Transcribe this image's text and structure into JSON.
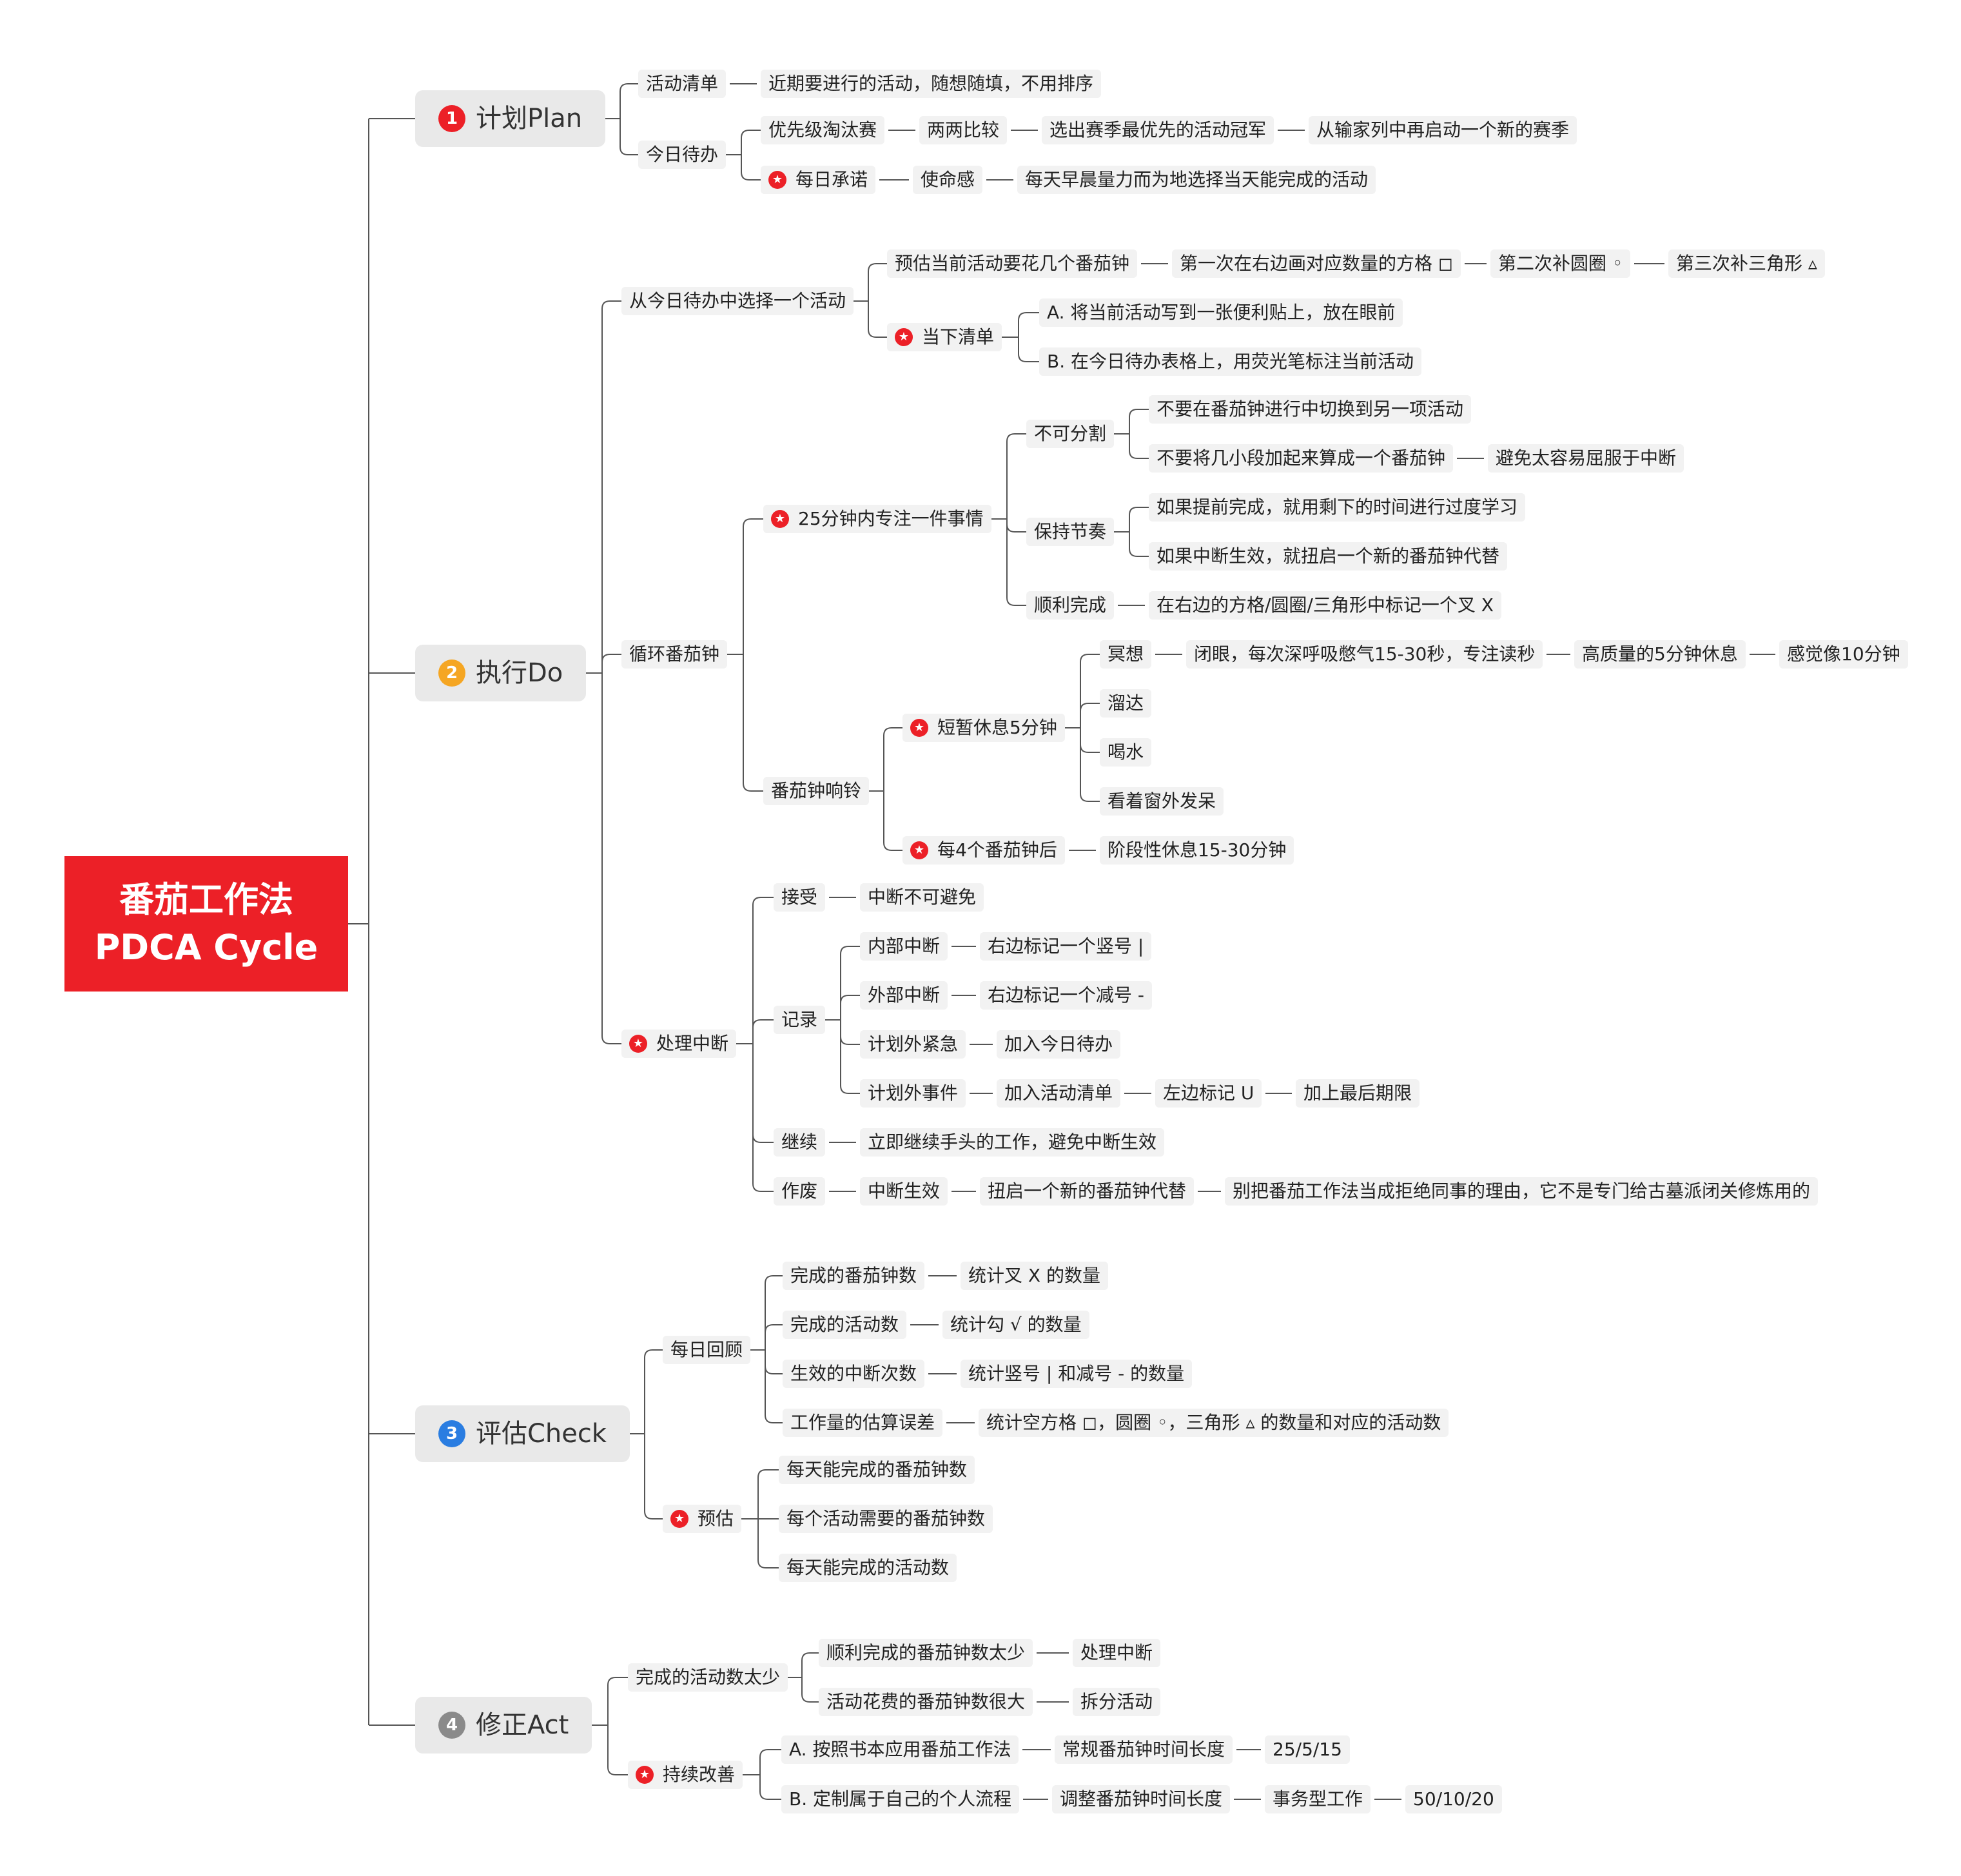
{
  "colors": {
    "root": "#ec2027",
    "plan": "#ec2027",
    "do": "#f5a623",
    "check": "#2a7de1",
    "act": "#8a8a8a",
    "line": "#555555",
    "node_bg": "#f2f2f2"
  },
  "icons": {
    "priority": "star-icon"
  },
  "root": {
    "title": "番茄工作法",
    "subtitle": "PDCA Cycle"
  },
  "plan": {
    "num": "1",
    "label": "计划Plan",
    "activity_list": {
      "label": "活动清单",
      "note": "近期要进行的活动，随想随填，不用排序"
    },
    "todo": {
      "label": "今日待办",
      "prio": {
        "label": "优先级淘汰赛",
        "a": "两两比较",
        "b": "选出赛季最优先的活动冠军",
        "c": "从输家列中再启动一个新的赛季"
      },
      "commit": {
        "label": "每日承诺",
        "a": "使命感",
        "b": "每天早晨量力而为地选择当天能完成的活动"
      }
    }
  },
  "do": {
    "num": "2",
    "label": "执行Do",
    "select": {
      "label": "从今日待办中选择一个活动",
      "estimate": {
        "label": "预估当前活动要花几个番茄钟",
        "a": "第一次在右边画对应数量的方格 ◻",
        "b": "第二次补圆圈 ◦",
        "c": "第三次补三角形 ▵"
      },
      "current": {
        "label": "当下清单",
        "a": "A. 将当前活动写到一张便利贴上，放在眼前",
        "b": "B. 在今日待办表格上，用荧光笔标注当前活动"
      }
    },
    "loop": {
      "label": "循环番茄钟",
      "focus": {
        "label": "25分钟内专注一件事情",
        "indiv": {
          "label": "不可分割",
          "a": "不要在番茄钟进行中切换到另一项活动",
          "b": "不要将几小段加起来算成一个番茄钟",
          "c": "避免太容易屈服于中断"
        },
        "rhythm": {
          "label": "保持节奏",
          "a": "如果提前完成，就用剩下的时间进行过度学习",
          "b": "如果中断生效，就扭启一个新的番茄钟代替"
        },
        "done": {
          "label": "顺利完成",
          "a": "在右边的方格/圆圈/三角形中标记一个叉 X"
        }
      },
      "ring": {
        "label": "番茄钟响铃",
        "short": {
          "label": "短暂休息5分钟",
          "meditate": "冥想",
          "m1": "闭眼，每次深呼吸憋气15-30秒，专注读秒",
          "m2": "高质量的5分钟休息",
          "m3": "感觉像10分钟",
          "walk": "溜达",
          "drink": "喝水",
          "window": "看着窗外发呆"
        },
        "long": {
          "label": "每4个番茄钟后",
          "a": "阶段性休息15-30分钟"
        }
      }
    },
    "interrupt": {
      "label": "处理中断",
      "accept": {
        "label": "接受",
        "a": "中断不可避免"
      },
      "record": {
        "label": "记录",
        "internal": {
          "label": "内部中断",
          "a": "右边标记一个竖号 |"
        },
        "external": {
          "label": "外部中断",
          "a": "右边标记一个减号 -"
        },
        "urgent": {
          "label": "计划外紧急",
          "a": "加入今日待办"
        },
        "event": {
          "label": "计划外事件",
          "a": "加入活动清单",
          "b": "左边标记 U",
          "c": "加上最后期限"
        }
      },
      "resume": {
        "label": "继续",
        "a": "立即继续手头的工作，避免中断生效"
      },
      "void": {
        "label": "作废",
        "a": "中断生效",
        "b": "扭启一个新的番茄钟代替",
        "c": "别把番茄工作法当成拒绝同事的理由，它不是专门给古墓派闭关修炼用的"
      }
    }
  },
  "check": {
    "num": "3",
    "label": "评估Check",
    "review": {
      "label": "每日回顾",
      "r1": {
        "label": "完成的番茄钟数",
        "a": "统计叉 X 的数量"
      },
      "r2": {
        "label": "完成的活动数",
        "a": "统计勾 √ 的数量"
      },
      "r3": {
        "label": "生效的中断次数",
        "a": "统计竖号 | 和减号 - 的数量"
      },
      "r4": {
        "label": "工作量的估算误差",
        "a": "统计空方格 ◻，圆圈 ◦，三角形 ▵ 的数量和对应的活动数"
      }
    },
    "forecast": {
      "label": "预估",
      "a": "每天能完成的番茄钟数",
      "b": "每个活动需要的番茄钟数",
      "c": "每天能完成的活动数"
    }
  },
  "act": {
    "num": "4",
    "label": "修正Act",
    "few": {
      "label": "完成的活动数太少",
      "a": {
        "label": "顺利完成的番茄钟数太少",
        "v": "处理中断"
      },
      "b": {
        "label": "活动花费的番茄钟数很大",
        "v": "拆分活动"
      }
    },
    "improve": {
      "label": "持续改善",
      "a": {
        "label": "A. 按照书本应用番茄工作法",
        "v1": "常规番茄钟时间长度",
        "v2": "25/5/15"
      },
      "b": {
        "label": "B. 定制属于自己的个人流程",
        "v1": "调整番茄钟时间长度",
        "v2": "事务型工作",
        "v3": "50/10/20"
      }
    }
  }
}
